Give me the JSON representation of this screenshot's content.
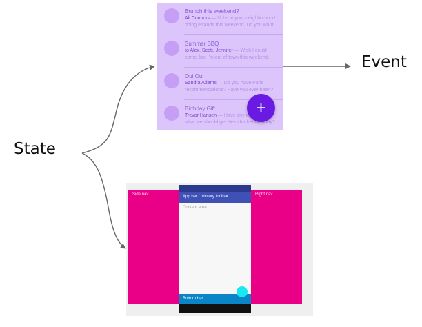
{
  "labels": {
    "state": "State",
    "event": "Event"
  },
  "email_list": {
    "items": [
      {
        "subject": "Brunch this weekend?",
        "sender": "Ali Connors",
        "preview": " — I'll be in your neighborhood doing errands this weekend. Do you want..."
      },
      {
        "subject": "Summer BBQ",
        "sender": "to Alex, Scott, Jennifer",
        "preview": " — Wish I could come, but I'm out of town this weekend."
      },
      {
        "subject": "Oui Oui",
        "sender": "Sandra Adams",
        "preview": " — Do you have Paris recommendations? Have you ever been?"
      },
      {
        "subject": "Birthday Gift",
        "sender": "Trevor Hansen",
        "preview": " — Have any ideas about what we should get Heidi for her birthday?"
      }
    ],
    "fab_icon": "plus-icon",
    "fab_symbol": "+",
    "colors": {
      "panel": "#dcc5fb",
      "fab": "#6a1be3"
    }
  },
  "layout_mock": {
    "side_nav": "Side nav",
    "right_nav": "Right nav",
    "app_bar": "App bar / primary toolbar",
    "content_area": "Content area",
    "bottom_bar": "Bottom bar",
    "colors": {
      "nav": "#ea0087",
      "app_bar": "#3f51b5",
      "bottom_bar": "#0a86c8",
      "fab": "#18e8f2"
    }
  }
}
